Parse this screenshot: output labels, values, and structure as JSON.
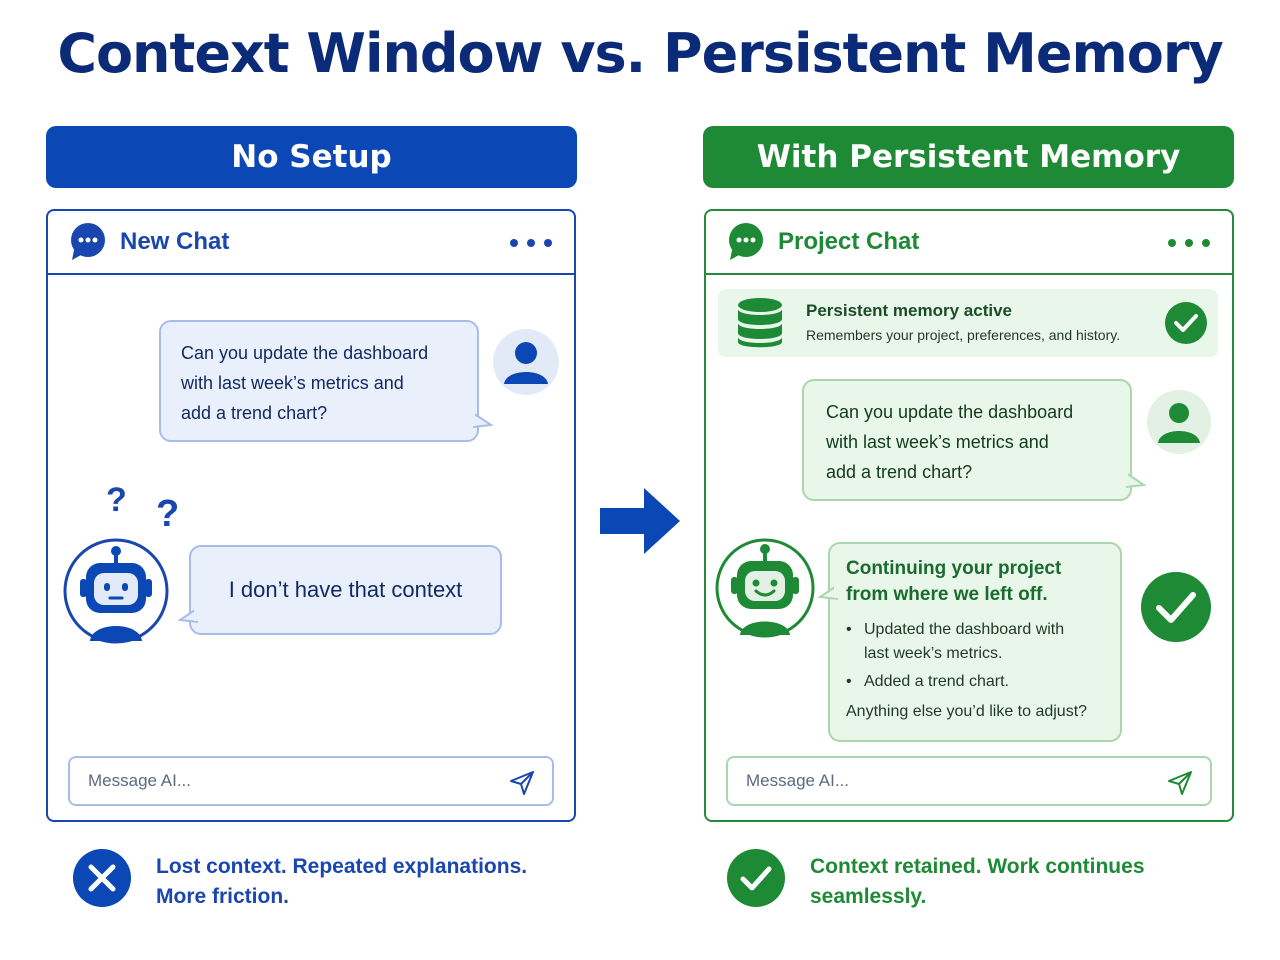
{
  "title": "Context Window vs. Persistent Memory",
  "colors": {
    "blue": "#0b47b5",
    "green": "#1e8a35"
  },
  "left": {
    "banner": "No Setup",
    "header_title": "New Chat",
    "header_icon": "chat-bubble-icon",
    "user_message": [
      "Can you update the dashboard",
      "with last week’s metrics and",
      "add a trend chart?"
    ],
    "confused_marks": "?",
    "bot_reply": "I don’t have that context",
    "input_placeholder": "Message AI...",
    "footer": [
      "Lost context. Repeated explanations.",
      "More friction."
    ],
    "footer_icon": "x-circle-icon"
  },
  "right": {
    "banner": "With Persistent Memory",
    "header_title": "Project Chat",
    "header_icon": "chat-bubble-icon",
    "memory_title": "Persistent memory active",
    "memory_subtitle": "Remembers your project, preferences, and history.",
    "memory_icon": "database-icon",
    "user_message": [
      "Can you update the dashboard",
      "with last week’s metrics and",
      "add a trend chart?"
    ],
    "bot_reply_heading": [
      "Continuing your project",
      "from where we left off."
    ],
    "bot_reply_items": [
      [
        "Updated the dashboard with",
        "last week’s metrics."
      ],
      [
        "Added a trend chart."
      ]
    ],
    "bot_reply_footer": "Anything else you’d like to adjust?",
    "input_placeholder": "Message AI...",
    "footer": [
      "Context retained. Work continues",
      "seamlessly."
    ],
    "footer_icon": "check-circle-icon"
  }
}
